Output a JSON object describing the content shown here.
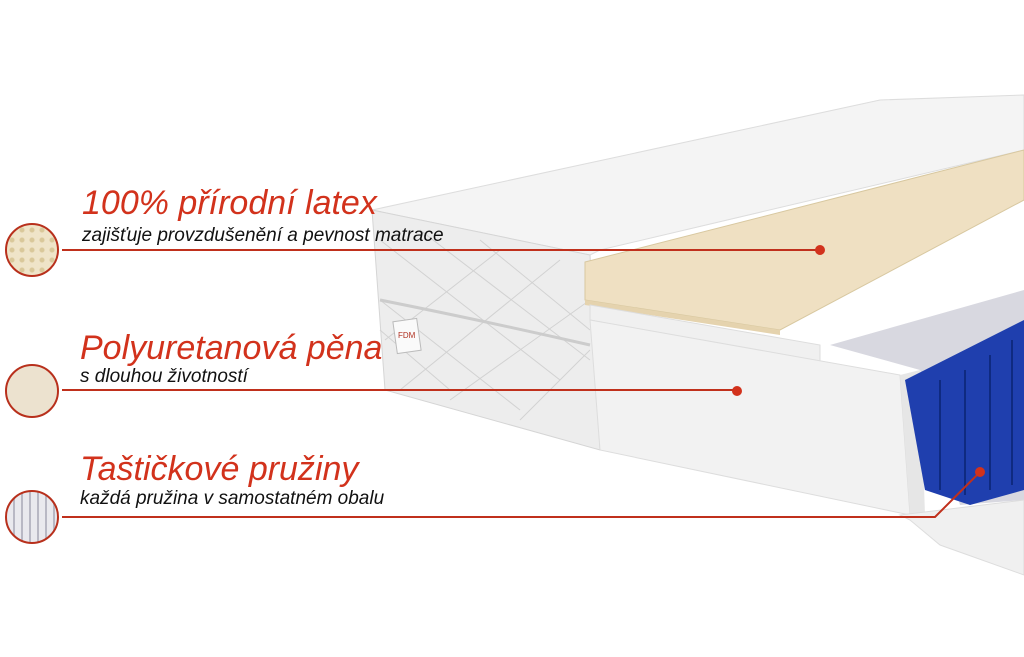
{
  "features": [
    {
      "title": "100% přírodní latex",
      "subtitle": "zajišťuje provzdušenění a pevnost matrace"
    },
    {
      "title": "Polyuretanová pěna",
      "subtitle": "s dlouhou životností"
    },
    {
      "title": "Taštičkové pružiny",
      "subtitle": "každá pružina v samostatném obalu"
    }
  ],
  "label_tag": "FDM",
  "colors": {
    "accent": "#d2321c",
    "latex": "#efe0c2",
    "foam": "#f2f2f2",
    "springs": "#1f3fae"
  }
}
